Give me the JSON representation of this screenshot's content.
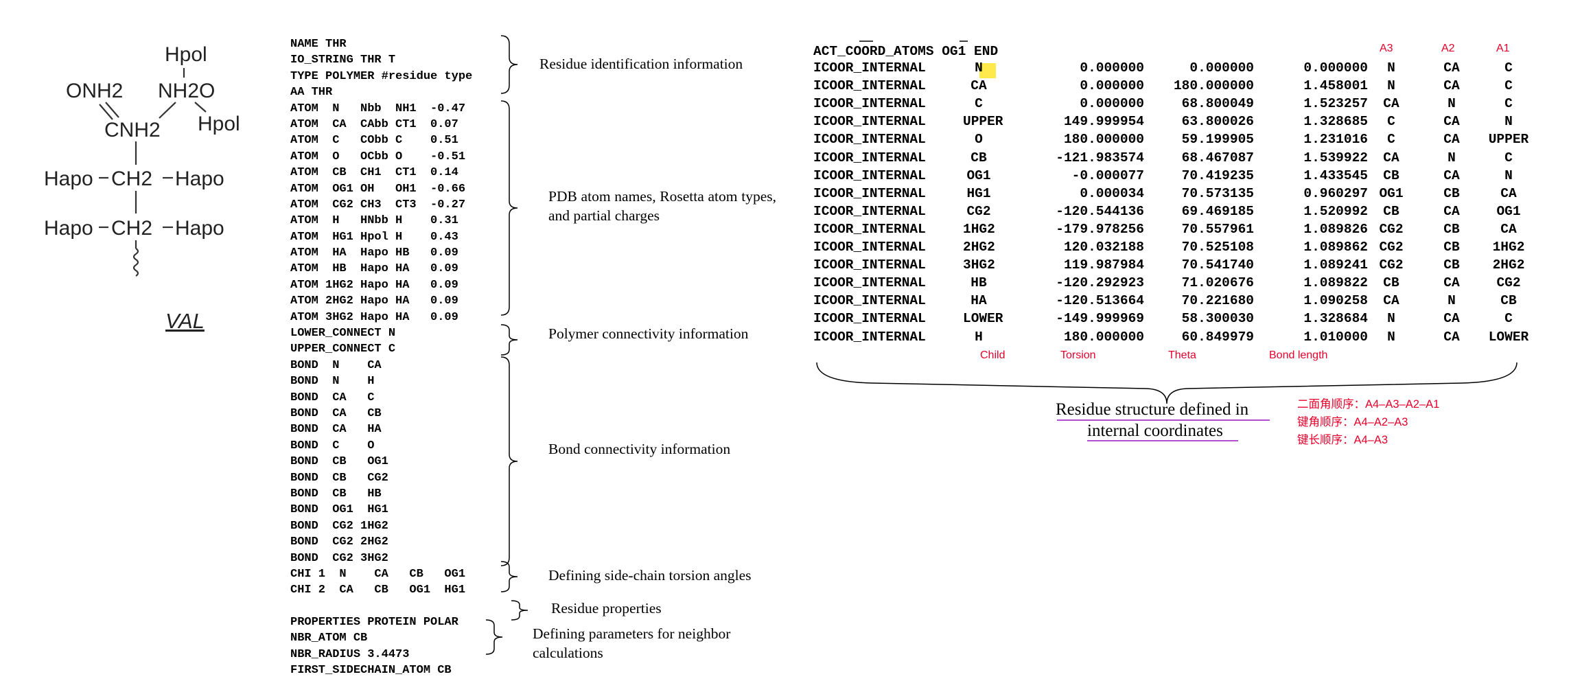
{
  "structure": {
    "atoms": {
      "hpol_top": "Hpol",
      "onh2": "ONH2",
      "nh2o": "NH2O",
      "hpol_right": "Hpol",
      "cnh2": "CNH2",
      "hapo_l1": "Hapo",
      "ch2_1": "CH2",
      "hapo_r1": "Hapo",
      "hapo_l2": "Hapo",
      "ch2_2": "CH2",
      "hapo_r2": "Hapo"
    },
    "residue_name": "VAL"
  },
  "params_lines": [
    "NAME THR",
    "IO_STRING THR T",
    "TYPE POLYMER #residue type",
    "AA THR",
    "ATOM  N   Nbb  NH1  -0.47",
    "ATOM  CA  CAbb CT1  0.07",
    "ATOM  C   CObb C    0.51",
    "ATOM  O   OCbb O    -0.51",
    "ATOM  CB  CH1  CT1  0.14",
    "ATOM  OG1 OH   OH1  -0.66",
    "ATOM  CG2 CH3  CT3  -0.27",
    "ATOM  H   HNbb H    0.31",
    "ATOM  HG1 Hpol H    0.43",
    "ATOM  HA  Hapo HB   0.09",
    "ATOM  HB  Hapo HA   0.09",
    "ATOM 1HG2 Hapo HA   0.09",
    "ATOM 2HG2 Hapo HA   0.09",
    "ATOM 3HG2 Hapo HA   0.09",
    "LOWER_CONNECT N",
    "UPPER_CONNECT C",
    "BOND  N    CA",
    "BOND  N    H",
    "BOND  CA   C",
    "BOND  CA   CB",
    "BOND  CA   HA",
    "BOND  C    O",
    "BOND  CB   OG1",
    "BOND  CB   CG2",
    "BOND  CB   HB",
    "BOND  OG1  HG1",
    "BOND  CG2 1HG2",
    "BOND  CG2 2HG2",
    "BOND  CG2 3HG2",
    "CHI 1  N    CA   CB   OG1",
    "CHI 2  CA   CB   OG1  HG1",
    "",
    "PROPERTIES PROTEIN POLAR",
    "NBR_ATOM CB",
    "NBR_RADIUS 3.4473",
    "FIRST_SIDECHAIN_ATOM CB"
  ],
  "annotations": {
    "residue_id": "Residue identification information",
    "pdb_atoms": "PDB atom names, Rosetta atom types, and partial charges",
    "polymer_conn": "Polymer connectivity information",
    "bond_conn": "Bond connectivity information",
    "chi": "Defining side-chain torsion angles",
    "properties": "Residue properties",
    "neighbor": "Defining parameters for neighbor calculations"
  },
  "icoor": {
    "header_line": "ACT_COORD_ATOMS OG1 END",
    "col_headers_top": {
      "a3": "A3",
      "a2": "A2",
      "a1": "A1"
    },
    "col_headers_bottom": {
      "child": "Child",
      "torsion": "Torsion",
      "theta": "Theta",
      "bond_length": "Bond length"
    },
    "rows": [
      [
        "ICOOR_INTERNAL",
        "N",
        "0.000000",
        "0.000000",
        "0.000000",
        "N",
        "CA",
        "C"
      ],
      [
        "ICOOR_INTERNAL",
        "CA",
        "0.000000",
        "180.000000",
        "1.458001",
        "N",
        "CA",
        "C"
      ],
      [
        "ICOOR_INTERNAL",
        "C",
        "0.000000",
        "68.800049",
        "1.523257",
        "CA",
        "N",
        "C"
      ],
      [
        "ICOOR_INTERNAL",
        "UPPER",
        "149.999954",
        "63.800026",
        "1.328685",
        "C",
        "CA",
        "N"
      ],
      [
        "ICOOR_INTERNAL",
        "O",
        "180.000000",
        "59.199905",
        "1.231016",
        "C",
        "CA",
        "UPPER"
      ],
      [
        "ICOOR_INTERNAL",
        "CB",
        "-121.983574",
        "68.467087",
        "1.539922",
        "CA",
        "N",
        "C"
      ],
      [
        "ICOOR_INTERNAL",
        "OG1",
        "-0.000077",
        "70.419235",
        "1.433545",
        "CB",
        "CA",
        "N"
      ],
      [
        "ICOOR_INTERNAL",
        "HG1",
        "0.000034",
        "70.573135",
        "0.960297",
        "OG1",
        "CB",
        "CA"
      ],
      [
        "ICOOR_INTERNAL",
        "CG2",
        "-120.544136",
        "69.469185",
        "1.520992",
        "CB",
        "CA",
        "OG1"
      ],
      [
        "ICOOR_INTERNAL",
        "1HG2",
        "-179.978256",
        "70.557961",
        "1.089826",
        "CG2",
        "CB",
        "CA"
      ],
      [
        "ICOOR_INTERNAL",
        "2HG2",
        "120.032188",
        "70.525108",
        "1.089862",
        "CG2",
        "CB",
        "1HG2"
      ],
      [
        "ICOOR_INTERNAL",
        "3HG2",
        "119.987984",
        "70.541740",
        "1.089241",
        "CG2",
        "CB",
        "2HG2"
      ],
      [
        "ICOOR_INTERNAL",
        "HB",
        "-120.292923",
        "71.020676",
        "1.089822",
        "CB",
        "CA",
        "CG2"
      ],
      [
        "ICOOR_INTERNAL",
        "HA",
        "-120.513664",
        "70.221680",
        "1.090258",
        "CA",
        "N",
        "CB"
      ],
      [
        "ICOOR_INTERNAL",
        "LOWER",
        "-149.999969",
        "58.300030",
        "1.328684",
        "N",
        "CA",
        "C"
      ],
      [
        "ICOOR_INTERNAL",
        "H",
        "180.000000",
        "60.849979",
        "1.010000",
        "N",
        "CA",
        "LOWER"
      ]
    ],
    "caption_line1": "Residue structure defined in",
    "caption_line2": "internal coordinates",
    "notes": [
      "二面角顺序：A4–A3–A2–A1",
      "键角顺序：A4–A2–A3",
      "键长顺序：A4–A3"
    ]
  },
  "colors": {
    "red": "#e4002b",
    "highlight": "#ffe94b",
    "underline": "#b04fd6"
  }
}
